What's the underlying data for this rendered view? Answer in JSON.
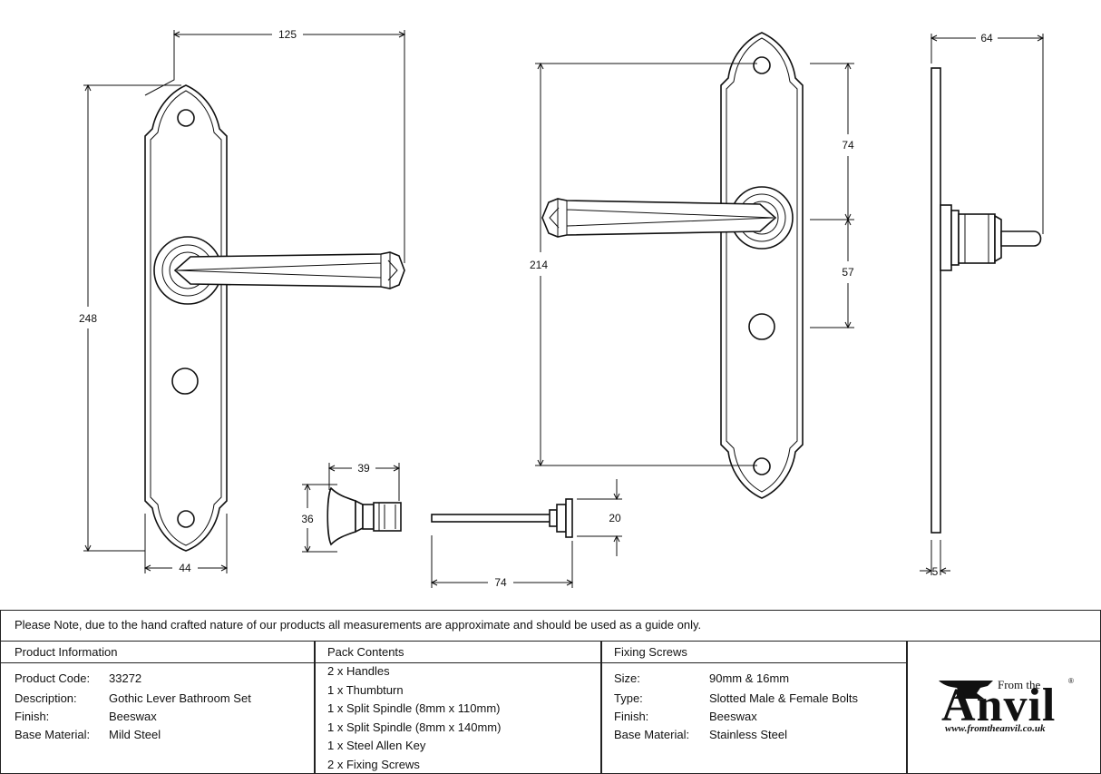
{
  "dimensions": {
    "front_width": "125",
    "front_height": "248",
    "plate_width": "44",
    "side_height": "214",
    "upper_offset": "74",
    "lower_offset": "57",
    "profile_depth": "64",
    "plate_thickness": "5",
    "thumbturn_width": "39",
    "thumbturn_height": "36",
    "spindle_length": "74",
    "spindle_collar": "20"
  },
  "note": "Please Note, due to the hand crafted nature of our products all measurements are approximate and should be used as a guide only.",
  "product_info": {
    "header": "Product Information",
    "rows": [
      {
        "label": "Product Code:",
        "value": "33272"
      },
      {
        "label": "Description:",
        "value": "Gothic Lever Bathroom Set"
      },
      {
        "label": "Finish:",
        "value": "Beeswax"
      },
      {
        "label": "Base Material:",
        "value": "Mild Steel"
      }
    ]
  },
  "pack_contents": {
    "header": "Pack Contents",
    "items": [
      "2 x Handles",
      "1 x Thumbturn",
      "1 x Split Spindle (8mm x 110mm)",
      "1 x Split Spindle (8mm x 140mm)",
      "1 x Steel Allen Key",
      "2 x Fixing Screws"
    ]
  },
  "fixing_screws": {
    "header": "Fixing Screws",
    "rows": [
      {
        "label": "Size:",
        "value": "90mm & 16mm"
      },
      {
        "label": "Type:",
        "value": "Slotted Male & Female Bolts"
      },
      {
        "label": "Finish:",
        "value": "Beeswax"
      },
      {
        "label": "Base Material:",
        "value": "Stainless Steel"
      }
    ]
  },
  "logo": {
    "from_the": "From the",
    "brand": "Anvil",
    "registered": "®",
    "url": "www.fromtheanvil.co.uk"
  }
}
